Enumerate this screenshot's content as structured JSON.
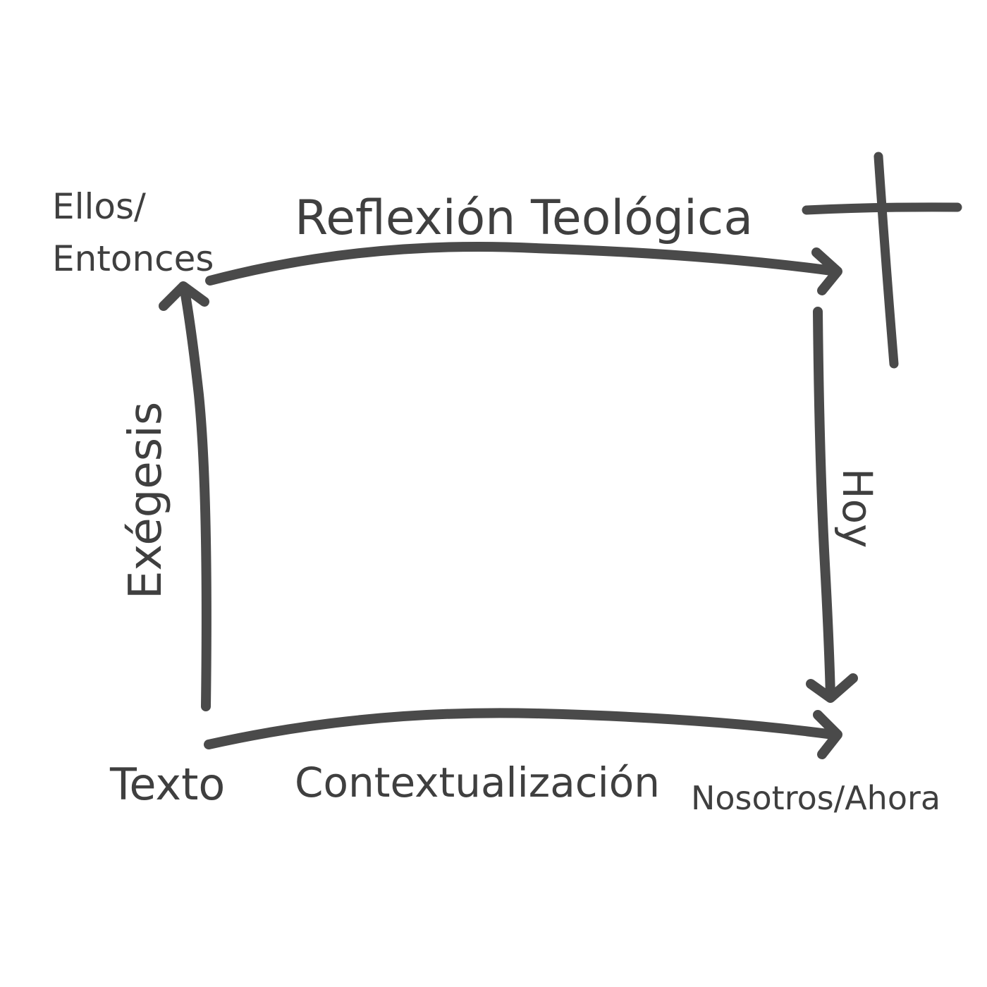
{
  "labels": {
    "top_left_line1": "Ellos/",
    "top_left_line2": "Entonces",
    "top_title": "Reflexión Teológica",
    "left_vertical": "Exégesis",
    "right_vertical": "Hoy",
    "bottom_left": "Texto",
    "bottom_middle": "Contextualización",
    "bottom_right": "Nosotros/Ahora"
  },
  "icons": {
    "cross": "cross-icon"
  },
  "colors": {
    "ink": "#4a4a4a",
    "background": "#ffffff"
  }
}
